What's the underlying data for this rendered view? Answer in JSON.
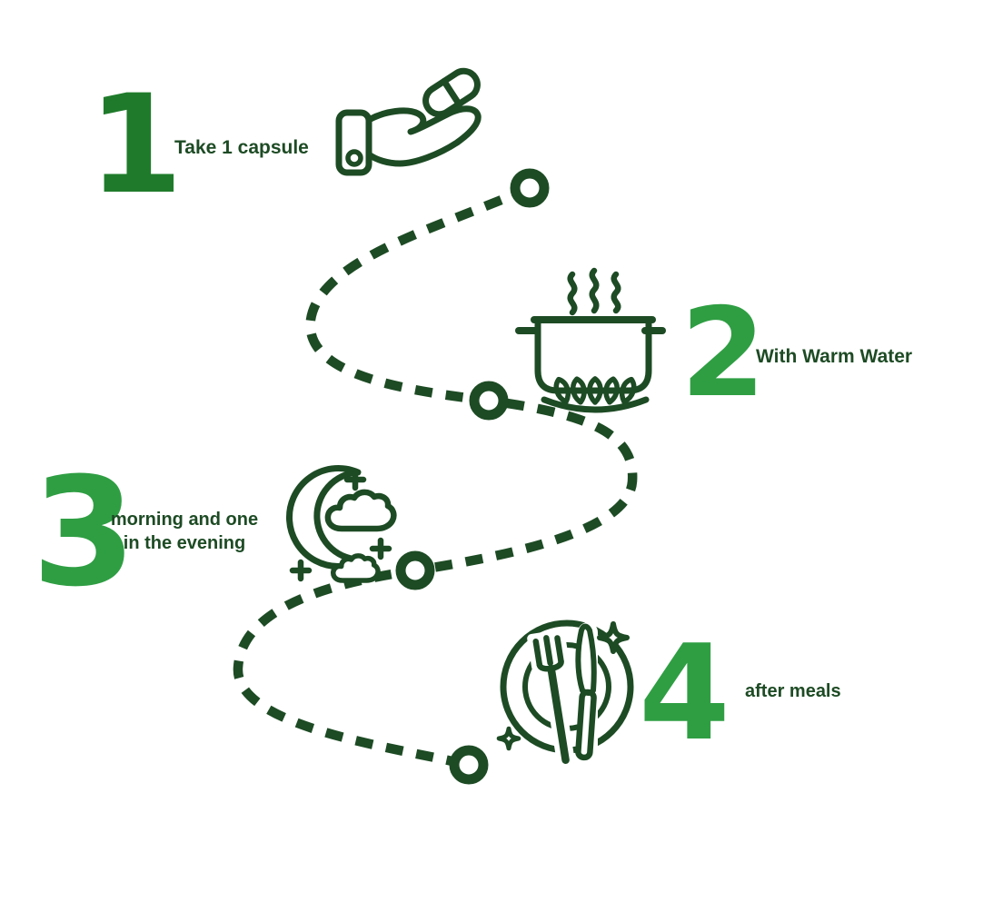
{
  "colors": {
    "dark_green": "#1d4b24",
    "bright_green": "#2f9e43",
    "step_one_green": "#1f7b2b",
    "background": "#ffffff"
  },
  "steps": [
    {
      "number": "1",
      "label": "Take 1 capsule",
      "icon": "hand-offering-capsule",
      "number_color": "#1f7b2b"
    },
    {
      "number": "2",
      "label": "With Warm Water",
      "icon": "boiling-pot",
      "number_color": "#2f9e43"
    },
    {
      "number": "3",
      "label_lines": [
        "morning and one",
        "in the evening"
      ],
      "icon": "moon-and-clouds",
      "number_color": "#2f9e43"
    },
    {
      "number": "4",
      "label": "after meals",
      "icon": "plate-with-cutlery",
      "number_color": "#2f9e43"
    }
  ],
  "route": {
    "style": "dashed-curve",
    "nodes": 4
  }
}
